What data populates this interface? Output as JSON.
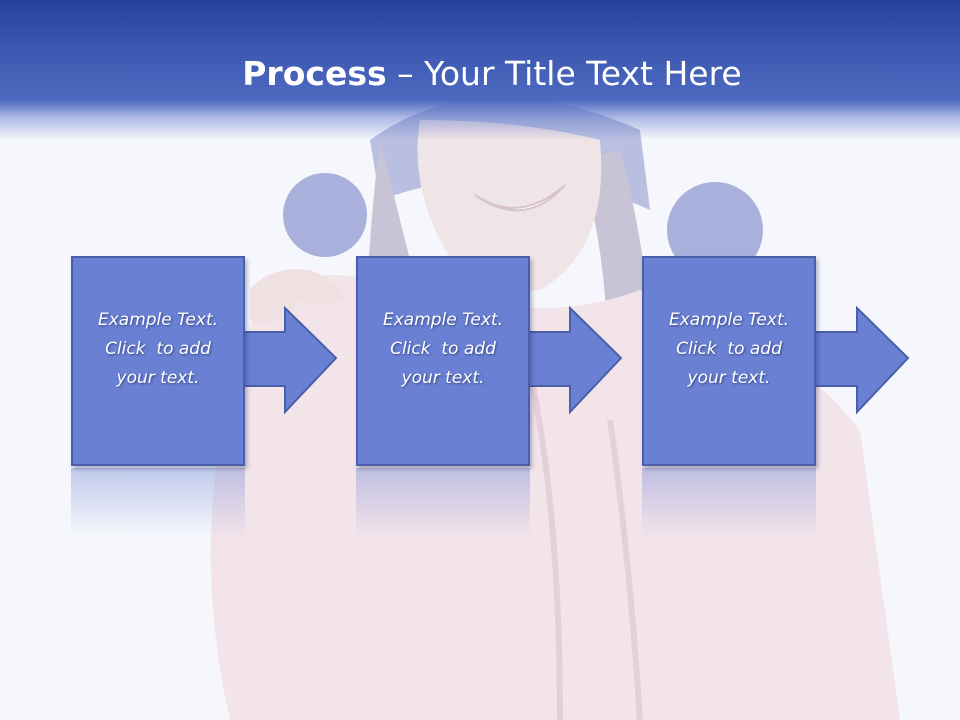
{
  "slide": {
    "title_bold": "Process",
    "title_rest": " – Your Title Text Here"
  },
  "steps": [
    {
      "line1": "Example Text.",
      "line2": "Click  to add",
      "line3": "your text."
    },
    {
      "line1": "Example Text.",
      "line2": "Click  to add",
      "line3": "your text."
    },
    {
      "line1": "Example Text.",
      "line2": "Click  to add",
      "line3": "your text."
    }
  ],
  "colors": {
    "header": "#3c58b0",
    "box_fill": "#6a80d3",
    "box_border": "#4a5fa8",
    "text": "#ffffff"
  },
  "background": {
    "subject": "smiling woman in knit hat and pink sweater",
    "icon": "photo-background"
  }
}
